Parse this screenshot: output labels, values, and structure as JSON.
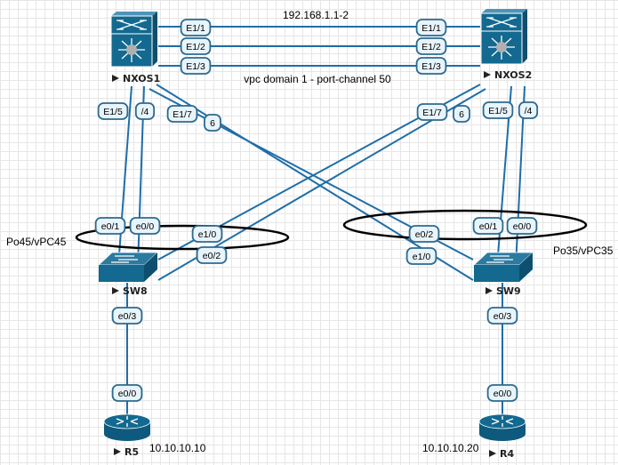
{
  "annotations": {
    "peer_link_ip": "192.168.1.1-2",
    "vpc_domain": "vpc domain 1 - port-channel 50",
    "po_left": "Po45/vPC45",
    "po_right": "Po35/vPC35",
    "r5_ip": "10.10.10.10",
    "r4_ip": "10.10.10.20"
  },
  "nodes": {
    "nxos1": "NXOS1",
    "nxos2": "NXOS2",
    "sw8": "SW8",
    "sw9": "SW9",
    "r5": "R5",
    "r4": "R4"
  },
  "ports": {
    "nxos1_e11": "E1/1",
    "nxos2_e11": "E1/1",
    "nxos1_e12": "E1/2",
    "nxos2_e12": "E1/2",
    "nxos1_e13": "E1/3",
    "nxos2_e13": "E1/3",
    "nxos1_e14": "/4",
    "nxos1_e15": "E1/5",
    "nxos1_e16": "6",
    "nxos1_e17": "E1/7",
    "nxos2_e14": "/4",
    "nxos2_e15": "E1/5",
    "nxos2_e16": "6",
    "nxos2_e17": "E1/7",
    "sw8_e00": "e0/0",
    "sw8_e01": "e0/1",
    "sw8_e10": "e1/0",
    "sw8_e02": "e0/2",
    "sw8_e03": "e0/3",
    "sw9_e00": "e0/0",
    "sw9_e01": "e0/1",
    "sw9_e02": "e0/2",
    "sw9_e10": "e1/0",
    "sw9_e03": "e0/3",
    "r5_e00": "e0/0",
    "r4_e00": "e0/0"
  },
  "colors": {
    "link": "#1f6ea8",
    "device": "#13698f",
    "port_fill": "#e8f4fb",
    "port_stroke": "#2d6a8e"
  }
}
